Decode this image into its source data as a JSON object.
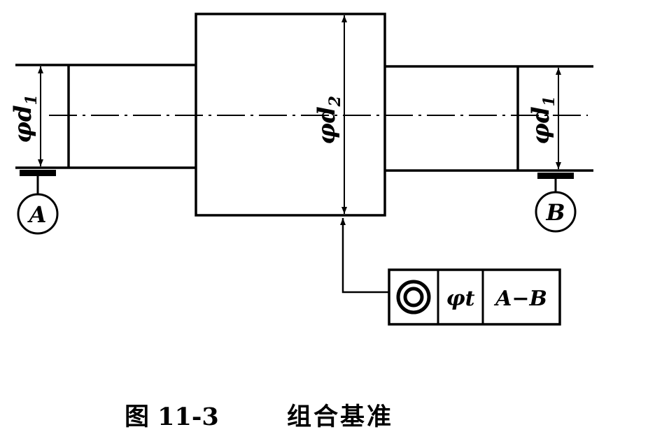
{
  "diagram": {
    "left_dim": {
      "phi": "φ",
      "var": "d",
      "sub": "1"
    },
    "center_dim": {
      "phi": "φ",
      "var": "d",
      "sub": "2"
    },
    "right_dim": {
      "phi": "φ",
      "var": "d",
      "sub": "1"
    },
    "datum_a": "A",
    "datum_b": "B",
    "frame": {
      "symbol": "concentricity-icon",
      "tolerance": "φt",
      "datum": "A−B"
    }
  },
  "caption": {
    "figure_number": "图 11-3",
    "title": "组合基准"
  }
}
